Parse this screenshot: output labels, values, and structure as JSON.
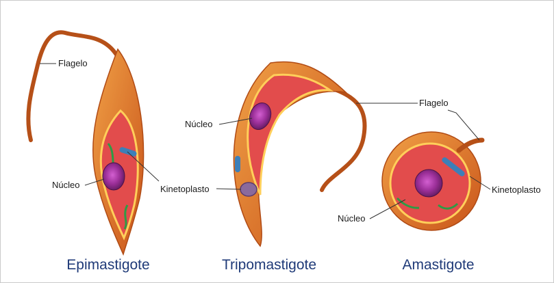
{
  "colors": {
    "body_outer": "#d8651e",
    "body_inner": "#e87c2a",
    "cytoplasm": "#e24c4c",
    "nucleus": "#8e2a8c",
    "nucleolus": "#d35fd1",
    "flagellum": "#b65018",
    "kinetoplast": "#3d7fb8",
    "title_color": "#1f3a78"
  },
  "epimastigote": {
    "title": "Epimastigote",
    "labels": {
      "flagelo": "Flagelo",
      "nucleo": "Núcleo",
      "kinetoplasto": "Kinetoplasto"
    }
  },
  "tripomastigote": {
    "title": "Tripomastigote",
    "labels": {
      "nucleo": "Núcleo"
    }
  },
  "amastigote": {
    "title": "Amastigote",
    "labels": {
      "flagelo": "Flagelo",
      "kinetoplasto": "Kinetoplasto",
      "nucleo": "Núcleo"
    }
  }
}
